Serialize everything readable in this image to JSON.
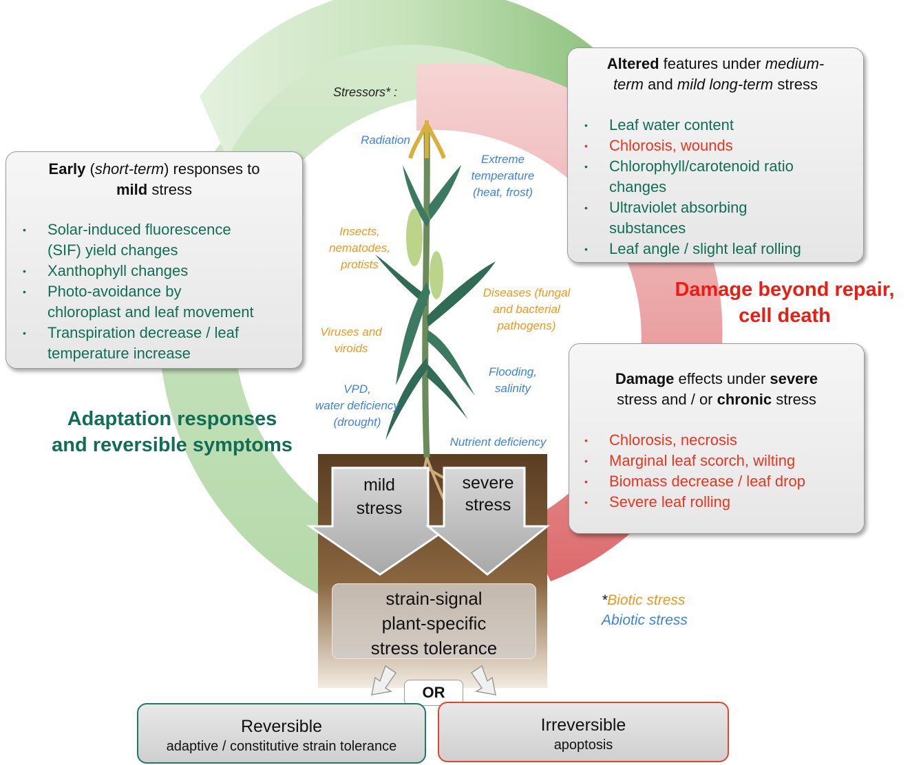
{
  "stressors_label": "Stressors* :",
  "stressors": {
    "radiation": "Radiation",
    "extreme_temp": [
      "Extreme",
      "temperature",
      "(heat, frost)"
    ],
    "insects": [
      "Insects,",
      "nematodes,",
      "protists"
    ],
    "diseases": [
      "Diseases (fungal",
      "and bacterial",
      "pathogens)"
    ],
    "viruses": [
      "Viruses and",
      "viroids"
    ],
    "flooding": [
      "Flooding,",
      "salinity"
    ],
    "vpd": [
      "VPD,",
      "water deficiency",
      "(drought)"
    ],
    "nutrient": "Nutrient deficiency"
  },
  "early_box": {
    "title_bold": "Early",
    "title_paren_open": " (",
    "title_italic": "short-term",
    "title_rest": ") responses to",
    "title_line2_bold": "mild",
    "title_line2_rest": " stress",
    "items": [
      [
        "Solar-induced fluorescence",
        "(SIF) yield changes"
      ],
      [
        "Xanthophyll changes"
      ],
      [
        "Photo-avoidance by",
        "chloroplast and leaf movement"
      ],
      [
        "Transpiration decrease / leaf",
        "temperature increase"
      ]
    ]
  },
  "altered_box": {
    "title_bold": "Altered",
    "title_rest": " features under ",
    "title_italic1": "medium-",
    "title_italic2": "term",
    "title_and": " and ",
    "title_italic3": "mild long-term",
    "title_end": " stress",
    "items": [
      {
        "lines": [
          "Leaf water content"
        ],
        "color": "green"
      },
      {
        "lines": [
          "Chlorosis, wounds"
        ],
        "color": "red"
      },
      {
        "lines": [
          "Chlorophyll/carotenoid ratio",
          "changes"
        ],
        "color": "green"
      },
      {
        "lines": [
          "Ultraviolet absorbing",
          "substances"
        ],
        "color": "green"
      },
      {
        "lines": [
          "Leaf angle / slight leaf rolling"
        ],
        "color": "green"
      }
    ]
  },
  "damage_box": {
    "title_bold": "Damage",
    "title_rest": " effects under ",
    "title_bold2": "severe",
    "title_line2a": "stress and / or ",
    "title_line2_bold": "chronic",
    "title_line2b": " stress",
    "items": [
      "Chlorosis, necrosis",
      "Marginal leaf scorch, wilting",
      "Biomass decrease / leaf drop",
      "Severe leaf rolling"
    ]
  },
  "damage_title": [
    "Damage beyond repair,",
    "cell death"
  ],
  "adaptation_title": [
    "Adaptation responses",
    "and reversible symptoms"
  ],
  "arrows": {
    "mild": [
      "mild",
      "stress"
    ],
    "severe": [
      "severe",
      "stress"
    ]
  },
  "strain_box": [
    "strain-signal",
    "plant-specific",
    "stress tolerance"
  ],
  "legend": {
    "star": "*",
    "biotic": "Biotic stress",
    "abiotic": "Abiotic stress"
  },
  "or_label": "OR",
  "reversible": {
    "title": "Reversible",
    "subtitle": "adaptive / constitutive strain tolerance"
  },
  "irreversible": {
    "title": "Irreversible",
    "subtitle": "apoptosis"
  },
  "colors": {
    "green_ring": "#a9d39c",
    "red_ring": "#e57f80",
    "green_text": "#0f6e55",
    "red_text": "#e8351e",
    "abiotic": "#3b82e0",
    "biotic": "#f0961a",
    "reversible_border": "#1a7a6a",
    "irreversible_border": "#e0452a"
  }
}
